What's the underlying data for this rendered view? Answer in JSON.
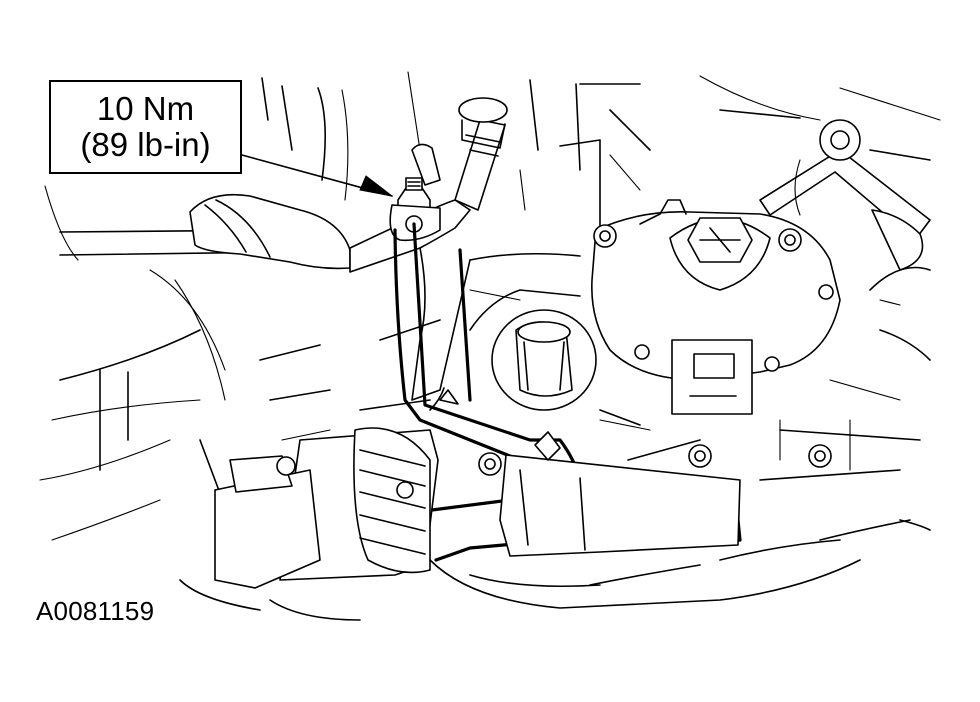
{
  "callout": {
    "line1": "10 Nm",
    "line2": "(89 lb-in)"
  },
  "figure_id": "A0081159",
  "colors": {
    "ink": "#000000",
    "paper": "#ffffff"
  }
}
